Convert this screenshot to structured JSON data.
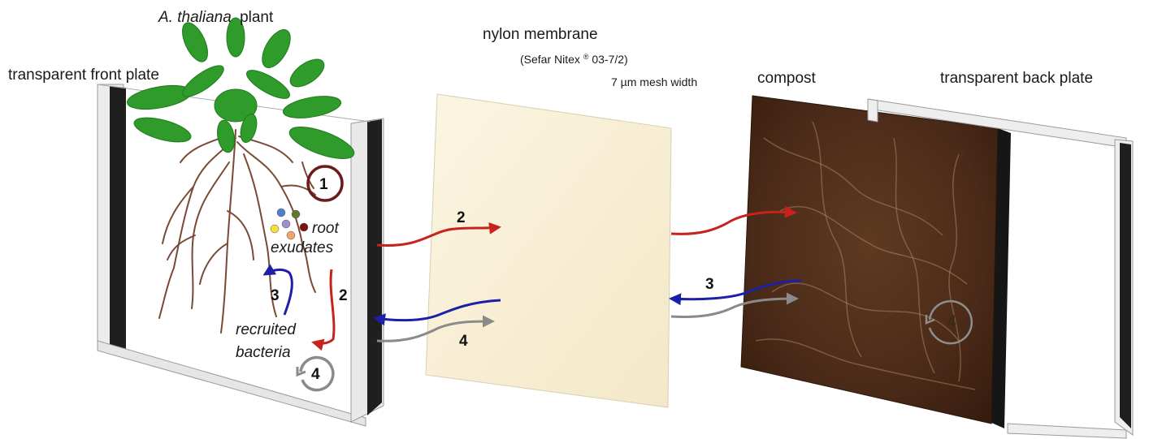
{
  "labels": {
    "plant_species": "A. thaliana",
    "plant_word": "plant",
    "front_plate": "transparent front plate",
    "membrane_title": "nylon  membrane",
    "membrane_product_prefix": "(Sefar Nitex",
    "membrane_product_reg": "®",
    "membrane_product_suffix": " 03-7/2)",
    "membrane_mesh": "7 µm mesh  width",
    "compost": "compost",
    "back_plate": "transparent back plate",
    "root_exudates_1": "root",
    "root_exudates_2": "exudates",
    "recruited_1": "recruited",
    "recruited_2": "bacteria"
  },
  "steps": {
    "s1": "1",
    "s2": "2",
    "s3": "3",
    "s4": "4"
  },
  "colors": {
    "plant_green": "#2e9b2b",
    "root_brown": "#7a4a35",
    "arrow_red": "#c8221d",
    "arrow_blue": "#1d1fa8",
    "arrow_gray": "#8a8a8a",
    "circle_1": "#6b1b1b",
    "membrane_fill": "#f8f0d8",
    "compost_fill": "#4a2a18",
    "plate_frame": "#1f1f1f"
  }
}
